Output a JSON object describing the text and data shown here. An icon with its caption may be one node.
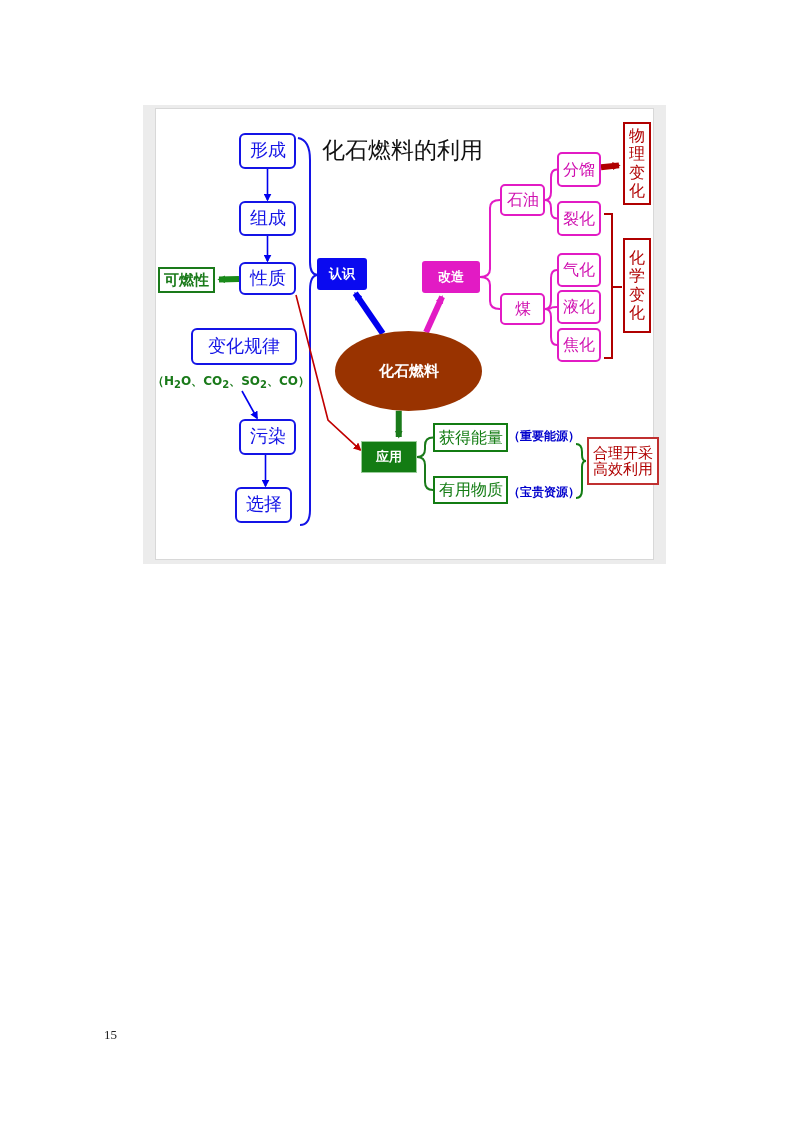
{
  "diagram": {
    "title": "化石燃料的利用",
    "nodes": [
      {
        "text": [
          "形成"
        ]
      },
      {
        "text": [
          "组成"
        ]
      },
      {
        "text": [
          "性质"
        ]
      },
      {
        "text": [
          "可燃性"
        ]
      },
      {
        "text": [
          "变化规律"
        ],
        "beside": [
          "（H$_{2}$O、CO$_{2}$、SO$_{2}$、CO）"
        ]
      },
      {
        "text": [
          "污染"
        ]
      },
      {
        "text": [
          "选择"
        ]
      },
      {
        "text": [
          "认识"
        ]
      },
      {
        "text": [
          "改造"
        ]
      },
      {
        "text": [
          "化石燃料"
        ]
      },
      {
        "text": [
          "应用"
        ]
      },
      {
        "text": [
          "石油"
        ]
      },
      {
        "text": [
          "煤"
        ]
      },
      {
        "text": [
          "分馏"
        ]
      },
      {
        "text": [
          "裂化"
        ]
      },
      {
        "text": [
          "气化"
        ]
      },
      {
        "text": [
          "液化"
        ]
      },
      {
        "text": [
          "焦化"
        ]
      },
      {
        "text": [
          "物理变化"
        ]
      },
      {
        "text": [
          "化学变化"
        ]
      },
      {
        "text": [
          "获得能量"
        ],
        "beside": [
          "（重要能源）"
        ]
      },
      {
        "text": [
          "有用物质"
        ],
        "beside": [
          "（宝贵资源）"
        ]
      },
      {
        "text": [
          "合理开采高效利用"
        ]
      }
    ],
    "edges": [
      {
        "from": 0,
        "to": 1,
        "arrow": "to",
        "color": "#0000ee"
      },
      {
        "from": 1,
        "to": 2,
        "arrow": "to",
        "color": "#0000ee"
      },
      {
        "from": 2,
        "to": 3,
        "arrow": "to",
        "style": "thick",
        "color": "#1a8a1a"
      },
      {
        "from": 2,
        "to": 10,
        "arrow": "to",
        "color": "#c00000"
      },
      {
        "from": 4,
        "to": 5,
        "arrow": "to",
        "color": "#0000ee"
      },
      {
        "from": 5,
        "to": 6,
        "arrow": "to",
        "color": "#0000ee"
      },
      {
        "from": 9,
        "to": 7,
        "arrow": "to",
        "style": "thick",
        "color": "#0000ee"
      },
      {
        "from": 9,
        "to": 8,
        "arrow": "to",
        "style": "thick"
      },
      {
        "from": 9,
        "to": 10,
        "arrow": "to",
        "style": "thick",
        "color": "#1a7a1a"
      },
      {
        "from": 8,
        "to": 11,
        "arrow": "none"
      },
      {
        "from": 8,
        "to": 12,
        "arrow": "none"
      },
      {
        "from": 11,
        "to": 13,
        "arrow": "none"
      },
      {
        "from": 11,
        "to": 14,
        "arrow": "none"
      },
      {
        "from": 12,
        "to": 15,
        "arrow": "none"
      },
      {
        "from": 12,
        "to": 16,
        "arrow": "none"
      },
      {
        "from": 12,
        "to": 17,
        "arrow": "none"
      },
      {
        "from": 13,
        "to": 18,
        "arrow": "to",
        "style": "thick",
        "color": "#b00000"
      },
      {
        "from": 10,
        "to": 20,
        "arrow": "none",
        "color": "#1a7a1a"
      },
      {
        "from": 10,
        "to": 21,
        "arrow": "none",
        "color": "#1a7a1a"
      }
    ],
    "labels": [
      "15"
    ]
  }
}
